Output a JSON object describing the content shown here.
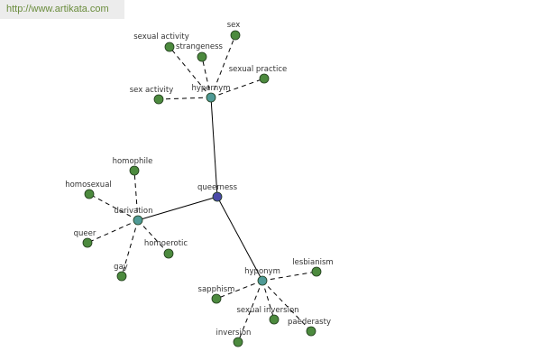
{
  "watermark": "http://www.artikata.com",
  "colors": {
    "center": "#4a4aa8",
    "hub": "#4f9a96",
    "leaf": "#4c8a3e",
    "edge": "#000000",
    "watermark_text": "#6a8c3c"
  },
  "center": {
    "id": "queerness",
    "label": "queerness"
  },
  "hubs": [
    {
      "id": "hypernym",
      "label": "hypernym"
    },
    {
      "id": "derivation",
      "label": "derivation"
    },
    {
      "id": "hyponym",
      "label": "hyponym"
    }
  ],
  "leaves": [
    {
      "id": "sexual-activity",
      "label": "sexual activity",
      "hub": "hypernym"
    },
    {
      "id": "strangeness",
      "label": "strangeness",
      "hub": "hypernym"
    },
    {
      "id": "sex",
      "label": "sex",
      "hub": "hypernym"
    },
    {
      "id": "sexual-practice",
      "label": "sexual practice",
      "hub": "hypernym"
    },
    {
      "id": "sex-activity",
      "label": "sex activity",
      "hub": "hypernym"
    },
    {
      "id": "homophile",
      "label": "homophile",
      "hub": "derivation"
    },
    {
      "id": "homosexual",
      "label": "homosexual",
      "hub": "derivation"
    },
    {
      "id": "queer",
      "label": "queer",
      "hub": "derivation"
    },
    {
      "id": "homoerotic",
      "label": "homoerotic",
      "hub": "derivation"
    },
    {
      "id": "gay",
      "label": "gay",
      "hub": "derivation"
    },
    {
      "id": "lesbianism",
      "label": "lesbianism",
      "hub": "hyponym"
    },
    {
      "id": "sapphism",
      "label": "sapphism",
      "hub": "hyponym"
    },
    {
      "id": "sexual-inversion",
      "label": "sexual inversion",
      "hub": "hyponym"
    },
    {
      "id": "paederasty",
      "label": "paederasty",
      "hub": "hyponym"
    },
    {
      "id": "inversion",
      "label": "inversion",
      "hub": "hyponym"
    }
  ]
}
